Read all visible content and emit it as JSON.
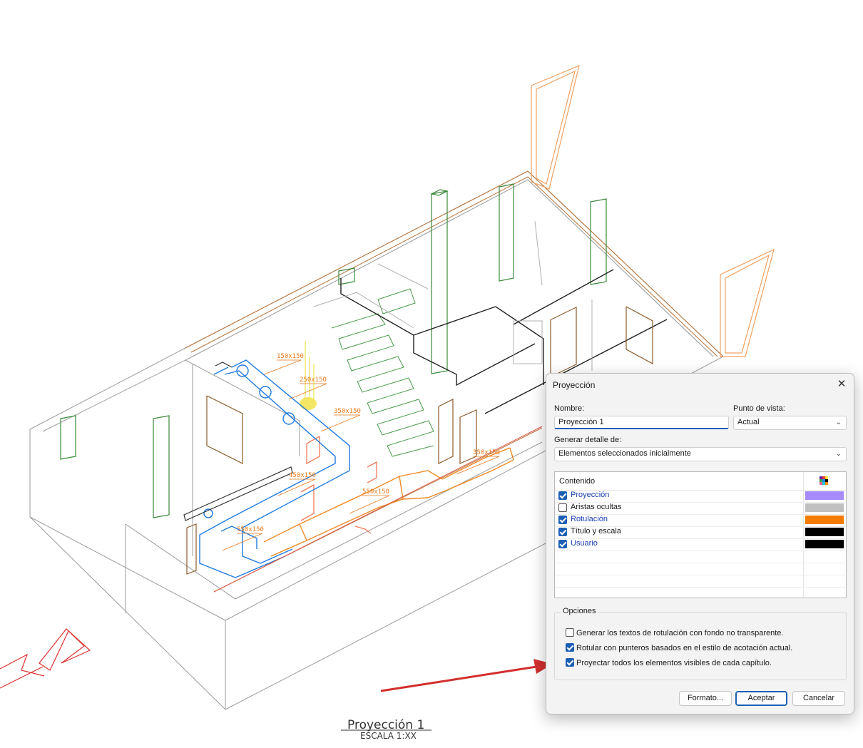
{
  "drawing": {
    "dimension_labels": [
      "150x150",
      "250x150",
      "350x150",
      "350x150",
      "450x150",
      "550x150",
      "550x150"
    ],
    "title": "Proyección 1",
    "scale": "ESCALA 1:XX"
  },
  "dialog": {
    "title": "Proyección",
    "close_icon": "close-icon",
    "name_label": "Nombre:",
    "name_value": "Proyección 1",
    "viewpoint_label": "Punto de vista:",
    "viewpoint_value": "Actual",
    "detail_label": "Generar detalle de:",
    "detail_value": "Elementos seleccionados inicialmente",
    "content": {
      "header": "Contenido",
      "color_icon": "color-palette-icon",
      "rows": [
        {
          "label": "Proyección",
          "checked": true,
          "color": "#a78bfa"
        },
        {
          "label": "Aristas ocultas",
          "checked": false,
          "color": "#c0c0c0"
        },
        {
          "label": "Rotulación",
          "checked": true,
          "color": "#f57c00"
        },
        {
          "label": "Título y escala",
          "checked": true,
          "color": "#000000"
        },
        {
          "label": "Usuario",
          "checked": true,
          "color": "#000000"
        }
      ]
    },
    "options": {
      "legend": "Opciones",
      "items": [
        {
          "label": "Generar los textos de rotulación con fondo no transparente.",
          "checked": false
        },
        {
          "label": "Rotular con punteros basados en el estilo de acotación actual.",
          "checked": true
        },
        {
          "label": "Proyectar todos los elementos visibles de cada capítulo.",
          "checked": true
        }
      ]
    },
    "buttons": {
      "format": "Formato...",
      "accept": "Aceptar",
      "cancel": "Cancelar"
    }
  },
  "colors": {
    "accent": "#1a5fb4",
    "arrow": "#d32f2f",
    "duct_blue": "#1e7be0",
    "duct_orange": "#f08a24",
    "column_green": "#3a8a3a"
  }
}
